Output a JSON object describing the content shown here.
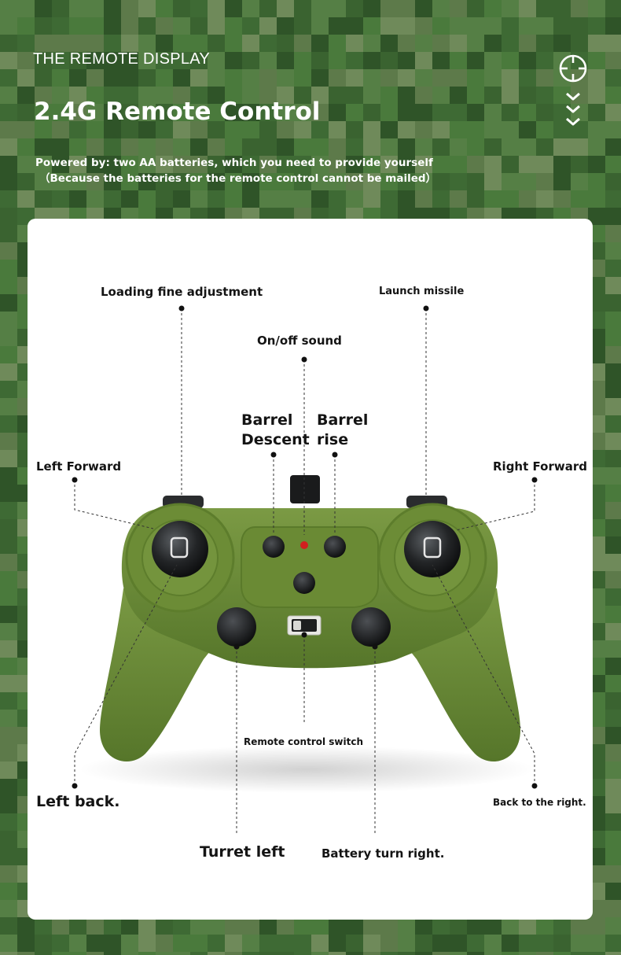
{
  "header": {
    "kicker": "THE REMOTE DISPLAY",
    "title": "2.4G Remote Control",
    "power_line1": "Powered by: two AA batteries, which you need to provide yourself",
    "power_line2": "（Because the batteries for the remote control cannot be mailed）"
  },
  "icons": [
    "crosshair-icon",
    "chevron-down-icon"
  ],
  "colors": {
    "camo_dark": "#2f5428",
    "camo_mid": "#4a7a3c",
    "camo_light": "#6f8a5a",
    "controller_green": "#6f8f38",
    "card": "#ffffff",
    "led": "#d11f1f"
  },
  "labels": {
    "loading_fine_adjustment": "Loading fine adjustment",
    "launch_missile": "Launch missile",
    "on_off_sound": "On/off sound",
    "barrel_descent_line1": "Barrel",
    "barrel_descent_line2": "Descent",
    "barrel_rise_line1": "Barrel",
    "barrel_rise_line2": "rise",
    "left_forward": "Left Forward",
    "right_forward": "Right Forward",
    "remote_control_switch": "Remote control switch",
    "left_back": "Left back.",
    "back_to_the_right": "Back to the right.",
    "turret_left": "Turret left",
    "battery_turn_right": "Battery turn right."
  }
}
